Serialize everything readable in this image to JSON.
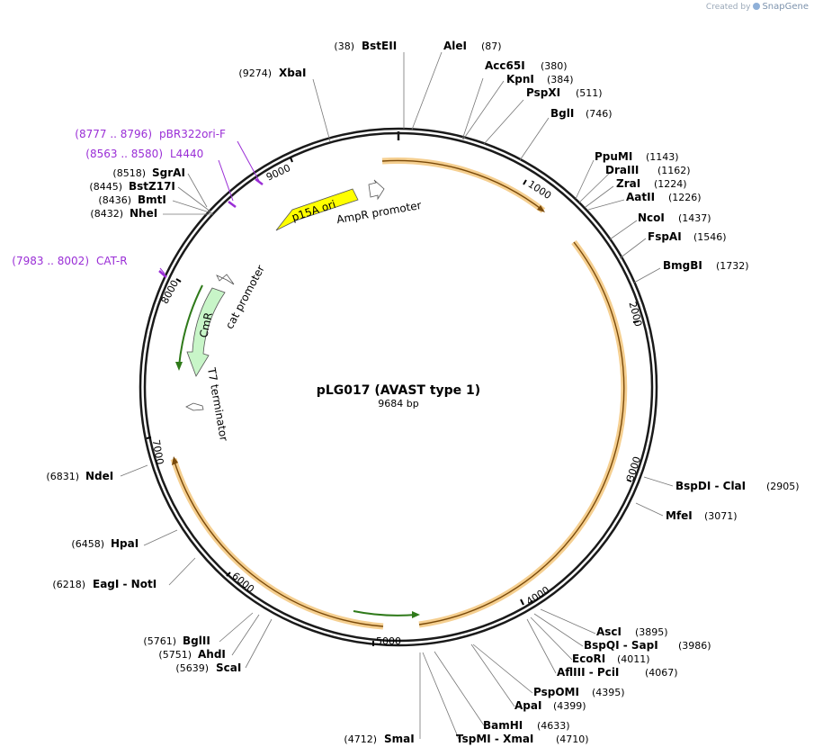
{
  "header": {
    "created_by": "Created by",
    "brand": "SnapGene"
  },
  "plasmid": {
    "name": "pLG017 (AVAST type 1)",
    "length_label": "9684 bp",
    "length": 9684
  },
  "ticks": [
    "1000",
    "2000",
    "3000",
    "4000",
    "5000",
    "6000",
    "7000",
    "8000",
    "9000"
  ],
  "sites": [
    {
      "name": "BstEII",
      "pos": "(38)"
    },
    {
      "name": "AleI",
      "pos": "(87)"
    },
    {
      "name": "Acc65I",
      "pos": "(380)"
    },
    {
      "name": "KpnI",
      "pos": "(384)"
    },
    {
      "name": "PspXI",
      "pos": "(511)"
    },
    {
      "name": "BglI",
      "pos": "(746)"
    },
    {
      "name": "PpuMI",
      "pos": "(1143)"
    },
    {
      "name": "DraIII",
      "pos": "(1162)"
    },
    {
      "name": "ZraI",
      "pos": "(1224)"
    },
    {
      "name": "AatII",
      "pos": "(1226)"
    },
    {
      "name": "NcoI",
      "pos": "(1437)"
    },
    {
      "name": "FspAI",
      "pos": "(1546)"
    },
    {
      "name": "BmgBI",
      "pos": "(1732)"
    },
    {
      "name": "BspDI - ClaI",
      "pos": "(2905)"
    },
    {
      "name": "MfeI",
      "pos": "(3071)"
    },
    {
      "name": "AscI",
      "pos": "(3895)"
    },
    {
      "name": "BspQI - SapI",
      "pos": "(3986)"
    },
    {
      "name": "EcoRI",
      "pos": "(4011)"
    },
    {
      "name": "AflIII - PciI",
      "pos": "(4067)"
    },
    {
      "name": "PspOMI",
      "pos": "(4395)"
    },
    {
      "name": "ApaI",
      "pos": "(4399)"
    },
    {
      "name": "BamHI",
      "pos": "(4633)"
    },
    {
      "name": "TspMI - XmaI",
      "pos": "(4710)"
    },
    {
      "name": "SmaI",
      "pos": "(4712)"
    },
    {
      "name": "ScaI",
      "pos": "(5639)"
    },
    {
      "name": "AhdI",
      "pos": "(5751)"
    },
    {
      "name": "BglII",
      "pos": "(5761)"
    },
    {
      "name": "EagI - NotI",
      "pos": "(6218)"
    },
    {
      "name": "HpaI",
      "pos": "(6458)"
    },
    {
      "name": "NdeI",
      "pos": "(6831)"
    },
    {
      "name": "NheI",
      "pos": "(8432)"
    },
    {
      "name": "BmtI",
      "pos": "(8436)"
    },
    {
      "name": "BstZ17I",
      "pos": "(8445)"
    },
    {
      "name": "SgrAI",
      "pos": "(8518)"
    },
    {
      "name": "XbaI",
      "pos": "(9274)"
    }
  ],
  "primers": [
    {
      "name": "pBR322ori-F",
      "range": "(8777 .. 8796)"
    },
    {
      "name": "L4440",
      "range": "(8563 .. 8580)"
    },
    {
      "name": "CAT-R",
      "range": "(7983 .. 8002)"
    }
  ],
  "features": [
    {
      "name": "p15A ori",
      "color": "#ffff00"
    },
    {
      "name": "AmpR promoter",
      "color": "#ffffff"
    },
    {
      "name": "cat promoter",
      "color": "#ffffff"
    },
    {
      "name": "CmR",
      "color": "#c8f5c8"
    },
    {
      "name": "T7 terminator",
      "color": "#ffffff"
    }
  ],
  "colors": {
    "orf_orange": "#f5cf90",
    "orf_line": "#7a4a0a",
    "green_orf": "#2f7a1a",
    "primer": "#9a2ed6",
    "ring": "#1a1a1a"
  }
}
